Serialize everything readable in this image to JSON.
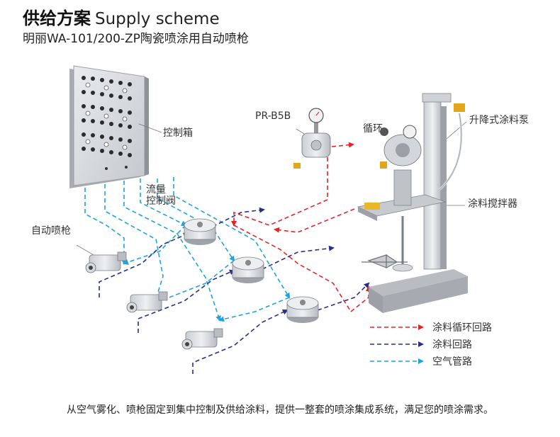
{
  "header": {
    "title_cn": "供给方案",
    "title_en": "Supply scheme",
    "subtitle": "明丽WA-101/200-ZP陶瓷喷涂用自动喷枪"
  },
  "labels": {
    "control_box": "控制箱",
    "flow_valve_line1": "流量",
    "flow_valve_line2": "控制阀",
    "auto_gun": "自动喷枪",
    "pump_model": "PR-B5B",
    "circulation": "循环",
    "lift_pump": "升降式涂料泵",
    "mixer": "涂料搅拌器"
  },
  "legend": [
    {
      "label": "涂料循环回路",
      "color": "#e0262b"
    },
    {
      "label": "涂料回路",
      "color": "#2a2f86"
    },
    {
      "label": "空气管路",
      "color": "#1fa3dc"
    }
  ],
  "footer": "从空气雾化、喷枪固定到集中控制及供给涂料，提供一整套的喷涂集成系统，满足您的喷涂需求。"
}
